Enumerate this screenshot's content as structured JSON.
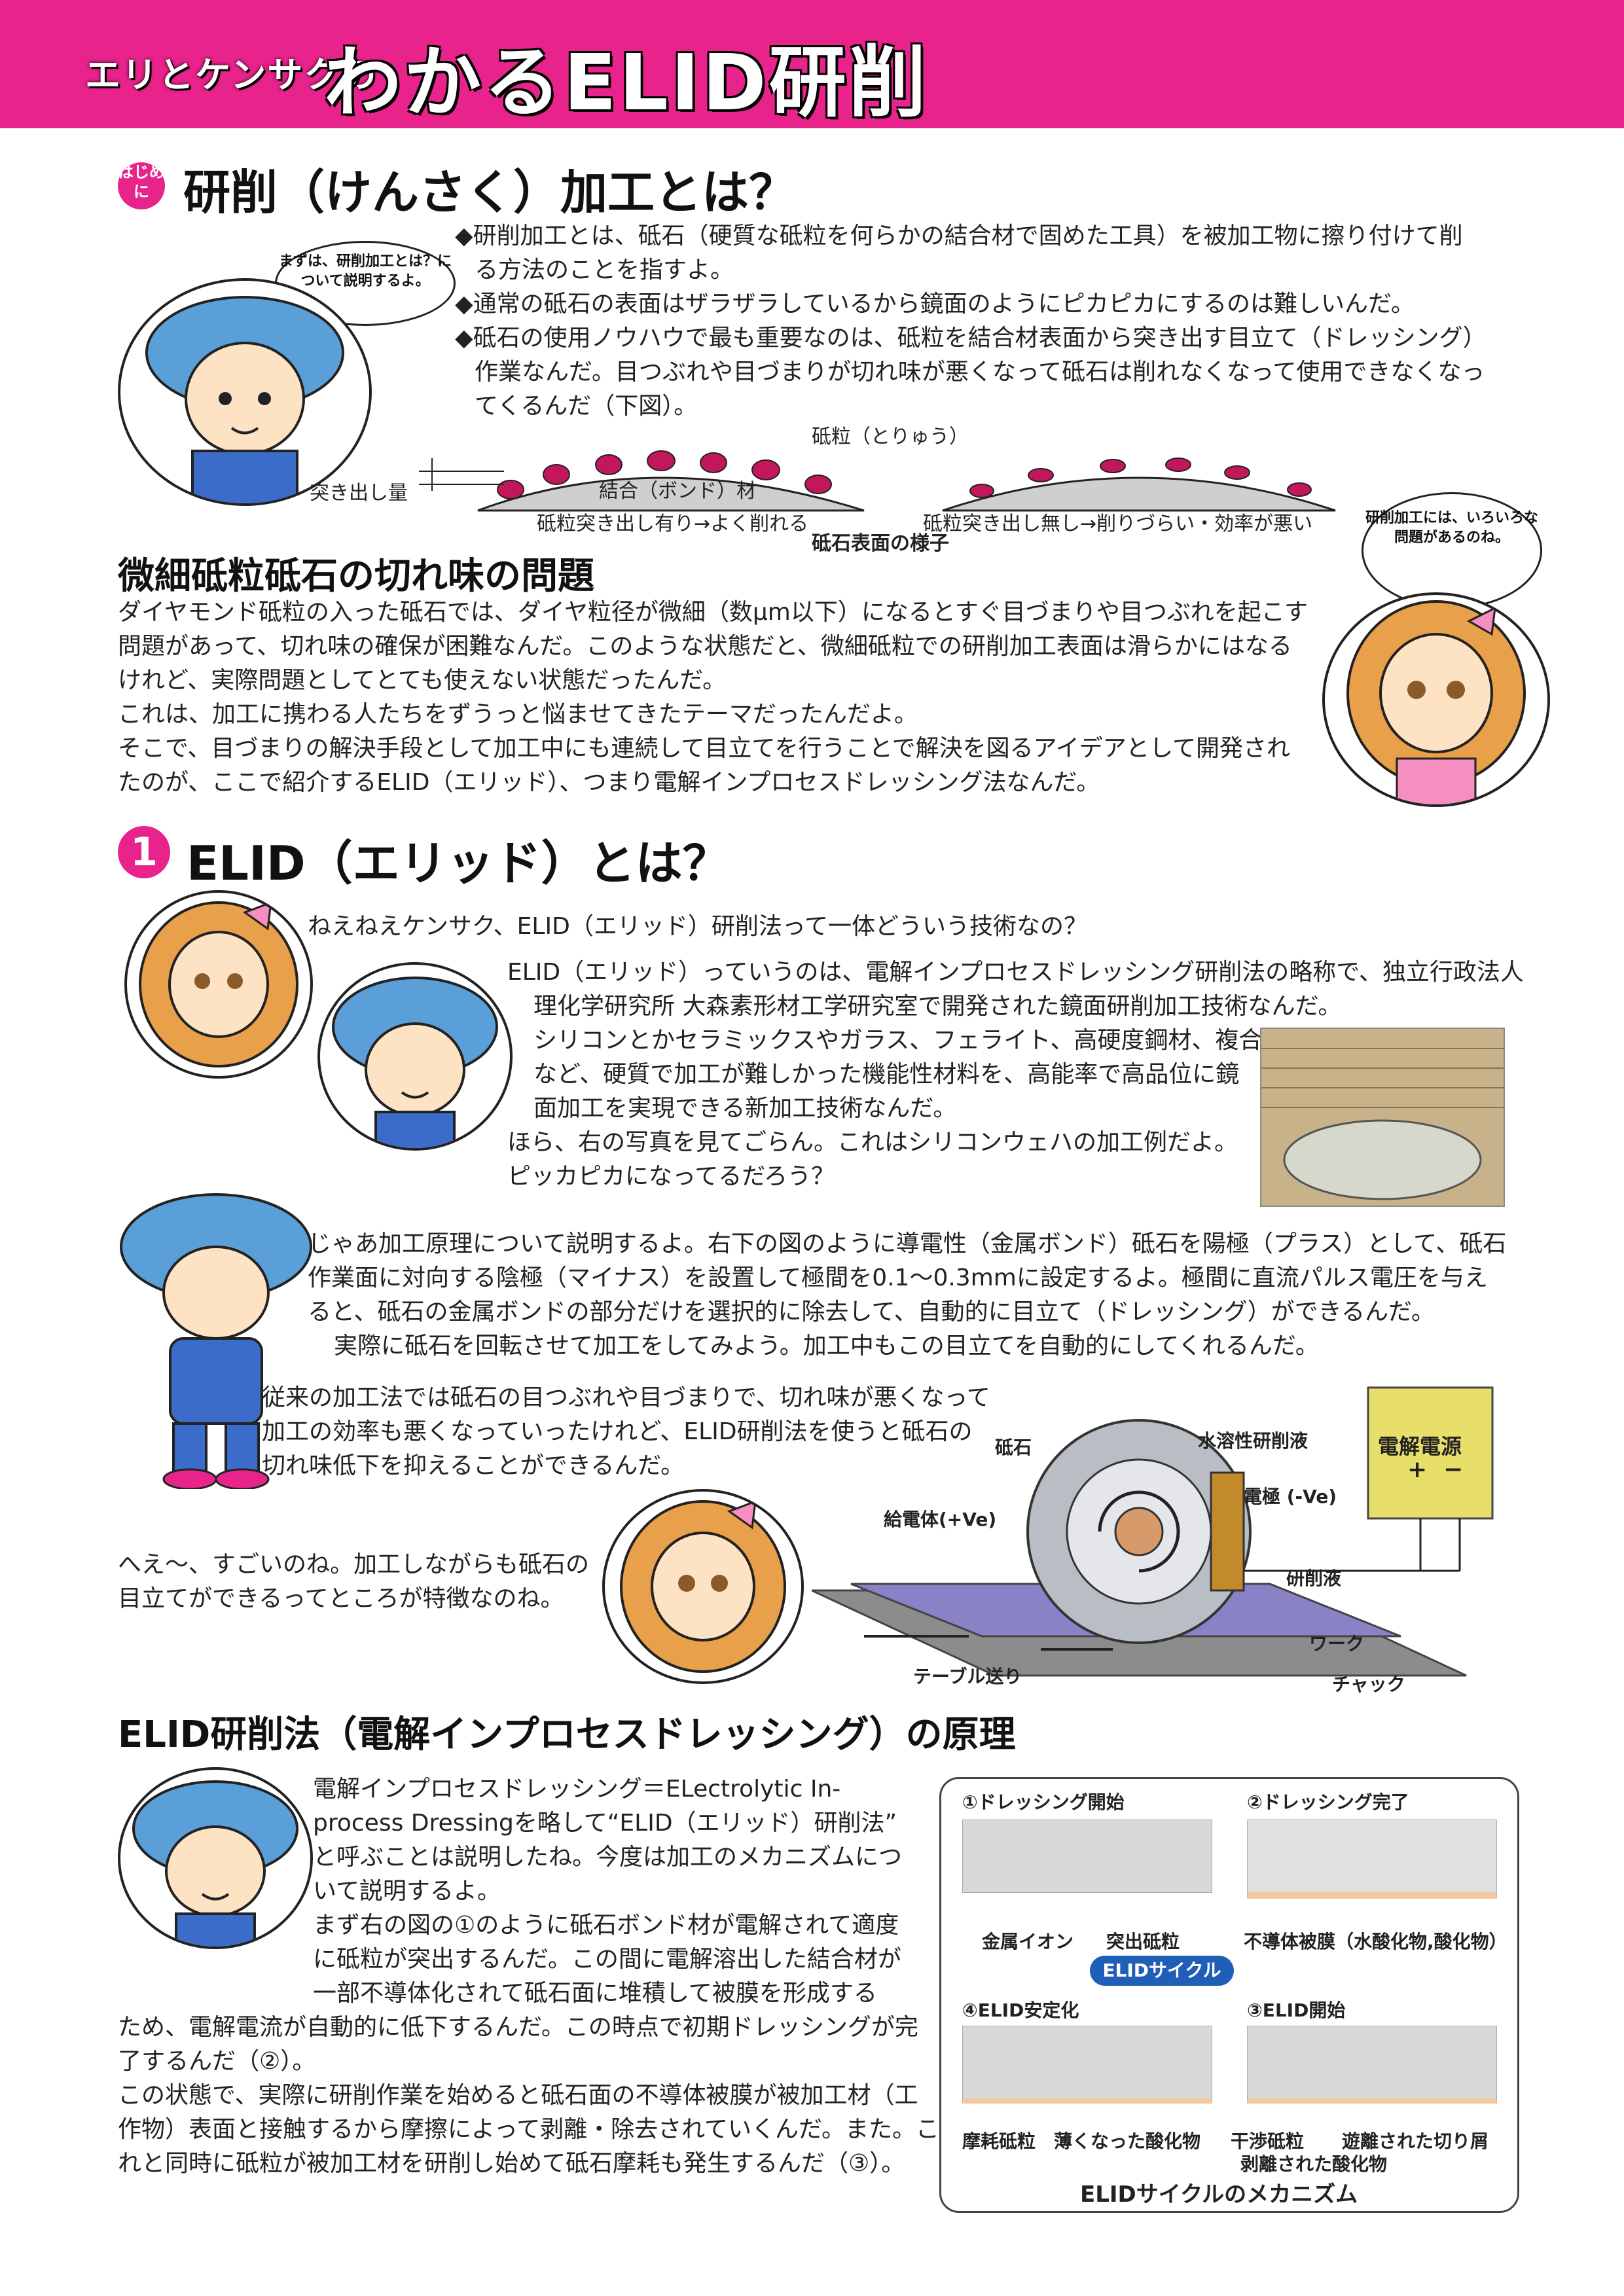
{
  "header": {
    "subtitle": "エリとケンサクの",
    "title": "わかるELID研削"
  },
  "intro": {
    "badge": "はじめに",
    "heading": "研削（けんさく）加工とは？",
    "bubble": "まずは、研削加工とは？について説明するよ。",
    "lines": [
      "◆研削加工とは、砥石（硬質な砥粒を何らかの結合材で固めた工具）を被加工物に擦り付けて削",
      "る方法のことを指すよ。",
      "◆通常の砥石の表面はザラザラしているから鏡面のようにピカピカにするのは難しいんだ。",
      "◆砥石の使用ノウハウで最も重要なのは、砥粒を結合材表面から突き出す目立て（ドレッシング）",
      "作業なんだ。目つぶれや目づまりが切れ味が悪くなって砥石は削れなくなって使用できなくなっ",
      "てくるんだ（下図）。"
    ],
    "diagram": {
      "grain_label": "砥粒（とりゅう）",
      "protrusion_label": "突き出し量",
      "bond_label": "結合（ボンド）材",
      "left_caption": "砥粒突き出し有り→よく削れる",
      "right_caption": "砥粒突き出し無し→削りづらい・効率が悪い",
      "center_caption": "砥石表面の様子"
    }
  },
  "fine": {
    "heading": "微細砥粒砥石の切れ味の問題",
    "bubble": "研削加工には、いろいろな問題があるのね。",
    "lines": [
      "ダイヤモンド砥粒の入った砥石では、ダイヤ粒径が微細（数μm以下）になるとすぐ目づまりや目つぶれを起こす",
      "問題があって、切れ味の確保が困難なんだ。このような状態だと、微細砥粒での研削加工表面は滑らかにはなる",
      "けれど、実際問題としてとても使えない状態だったんだ。",
      "これは、加工に携わる人たちをずうっと悩ませてきたテーマだったんだよ。",
      "そこで、目づまりの解決手段として加工中にも連続して目立てを行うことで解決を図るアイデアとして開発され",
      "たのが、ここで紹介するELID（エリッド）、つまり電解インプロセスドレッシング法なんだ。"
    ]
  },
  "section1": {
    "number": "1",
    "heading": "ELID（エリッド）とは？",
    "q": "ねえねえケンサク、ELID（エリッド）研削法って一体どういう技術なの？",
    "a_lines": [
      "ELID（エリッド）っていうのは、電解インプロセスドレッシング研削法の略称で、独立行政法人",
      "理化学研究所 大森素形材工学研究室で開発された鏡面研削加工技術なんだ。",
      "シリコンとかセラミックスやガラス、フェライト、高硬度鋼材、複合材料",
      "など、硬質で加工が難しかった機能性材料を、高能率で高品位に鏡",
      "面加工を実現できる新加工技術なんだ。",
      "ほら、右の写真を見てごらん。これはシリコンウェハの加工例だよ。",
      "ピッカピカになってるだろう？"
    ],
    "principle_lines": [
      "じゃあ加工原理について説明するよ。右下の図のように導電性（金属ボンド）砥石を陽極（プラス）として、砥石",
      "作業面に対向する陰極（マイナス）を設置して極間を0.1～0.3mmに設定するよ。極間に直流パルス電圧を与え",
      "ると、砥石の金属ボンドの部分だけを選択的に除去して、自動的に目立て（ドレッシング）ができるんだ。",
      "実際に砥石を回転させて加工をしてみよう。加工中もこの目立てを自動的にしてくれるんだ。"
    ],
    "effect_lines": [
      "従来の加工法では砥石の目つぶれや目づまりで、切れ味が悪くなって",
      "加工の効率も悪くなっていったけれど、ELID研削法を使うと砥石の",
      "切れ味低下を抑えることができるんだ。"
    ],
    "reply_lines": [
      "へえ～、すごいのね。加工しながらも砥石の",
      "目立てができるってところが特徴なのね。"
    ],
    "machine": {
      "wheel": "砥石",
      "coolant": "水溶性研削液",
      "power": "電解電源",
      "plus": "+",
      "minus": "−",
      "feeder": "給電体(+Ve)",
      "electrode": "電極 (-Ve)",
      "fluid": "研削液",
      "work": "ワーク",
      "table": "テーブル送り",
      "chuck": "チャック"
    }
  },
  "principle": {
    "heading": "ELID研削法（電解インプロセスドレッシング）の原理",
    "lines": [
      "電解インプロセスドレッシング＝ELectrolytic In-",
      "process Dressingを略して“ELID（エリッド）研削法”",
      "と呼ぶことは説明したね。今度は加工のメカニズムにつ",
      "いて説明するよ。",
      "まず右の図の①のように砥石ボンド材が電解されて適度",
      "に砥粒が突出するんだ。この間に電解溶出した結合材が",
      "一部不導体化されて砥石面に堆積して被膜を形成する"
    ],
    "lines_full": [
      "ため、電解電流が自動的に低下するんだ。この時点で初期ドレッシングが完",
      "了するんだ（②）。",
      "この状態で、実際に研削作業を始めると砥石面の不導体被膜が被加工材（工",
      "作物）表面と接触するから摩擦によって剥離・除去されていくんだ。また。こ",
      "れと同時に砥粒が被加工材を研削し始めて砥石摩耗も発生するんだ（③）。"
    ],
    "mech": {
      "s1": "①ドレッシング開始",
      "s2": "②ドレッシング完了",
      "s3": "③ELID開始",
      "s4": "④ELID安定化",
      "ion": "金属イオン",
      "grain": "突出砥粒",
      "film": "不導体被膜（水酸化物,酸化物）",
      "cycle": "ELIDサイクル",
      "worn": "摩耗砥粒",
      "thin": "薄くなった酸化物",
      "interf": "干渉砥粒",
      "peeled": "剥離された酸化物",
      "chips": "遊離された切り屑",
      "caption": "ELIDサイクルのメカニズム"
    }
  }
}
